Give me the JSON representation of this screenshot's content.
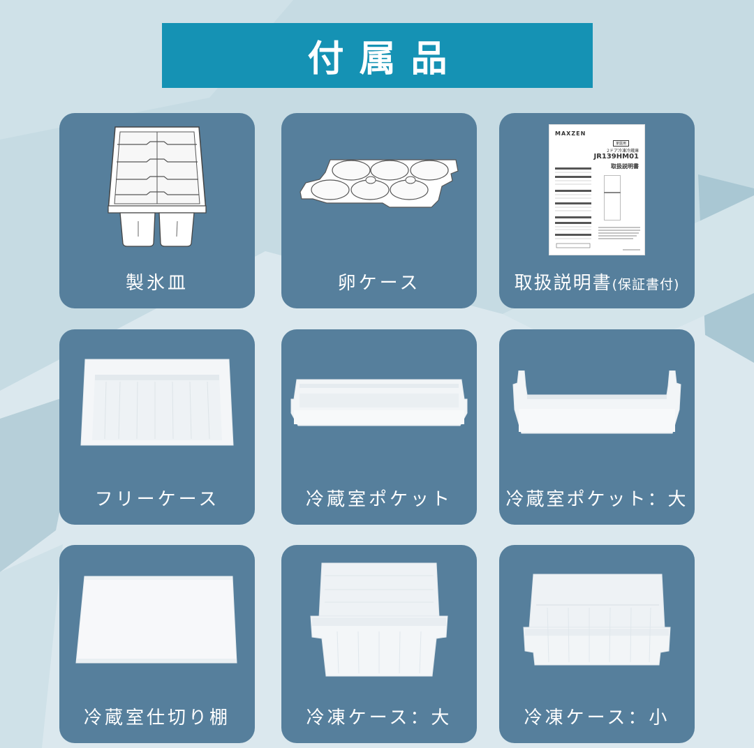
{
  "colors": {
    "background": "#c6dbe3",
    "background_light": "#dbe8ee",
    "banner": "#1592b4",
    "card": "#567f9c",
    "text": "#ffffff"
  },
  "banner": {
    "title": "付属品"
  },
  "accessories": [
    {
      "id": "ice-tray",
      "label": "製氷皿",
      "label_note": "",
      "image": "ice-tray"
    },
    {
      "id": "egg-case",
      "label": "卵ケース",
      "label_note": "",
      "image": "egg-tray"
    },
    {
      "id": "manual",
      "label": "取扱説明書",
      "label_note": "(保証書付)",
      "image": "manual-booklet",
      "manual": {
        "brand": "MAXZEN",
        "badge": "家庭用",
        "subtitle": "2ドア冷凍冷蔵庫",
        "model": "JR139HM01",
        "doc_title": "取扱説明書"
      }
    },
    {
      "id": "free-case",
      "label": "フリーケース",
      "label_note": "",
      "image": "free-case"
    },
    {
      "id": "fridge-pocket",
      "label": "冷蔵室ポケット",
      "label_note": "",
      "image": "door-pocket"
    },
    {
      "id": "fridge-pocket-large",
      "label": "冷蔵室ポケット：大",
      "label_note": "",
      "image": "door-pocket-large"
    },
    {
      "id": "fridge-shelf",
      "label": "冷蔵室仕切り棚",
      "label_note": "",
      "image": "shelf-panel"
    },
    {
      "id": "freezer-case-large",
      "label": "冷凍ケース：大",
      "label_note": "",
      "image": "freezer-drawer-large"
    },
    {
      "id": "freezer-case-small",
      "label": "冷凍ケース：小",
      "label_note": "",
      "image": "freezer-drawer-small"
    }
  ]
}
